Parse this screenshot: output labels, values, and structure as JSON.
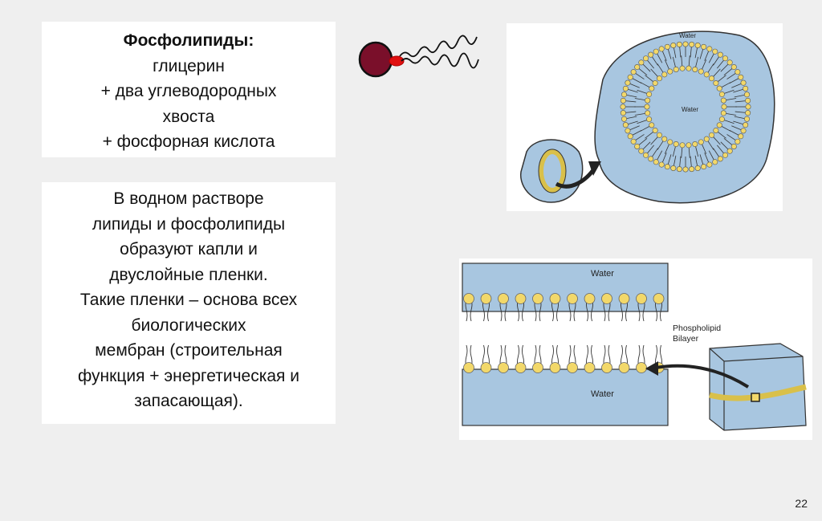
{
  "box1": {
    "title": "Фосфолипиды:",
    "lines": [
      "глицерин",
      "+ два углеводородных",
      "хвоста",
      "+ фосфорная кислота"
    ]
  },
  "box2": {
    "lines": [
      "В водном растворе",
      "липиды и фосфолипиды",
      "образуют капли и",
      "двуслойные пленки.",
      "Такие пленки – основа всех",
      "биологических",
      "мембран (строительная",
      "функция + энергетическая и",
      "запасающая)."
    ]
  },
  "micelle_figure": {
    "label_outer": "Water",
    "label_inner": "Water"
  },
  "bilayer_figure": {
    "label_top": "Water",
    "label_bottom": "Water",
    "label_bilayer_1": "Phospholipid",
    "label_bilayer_2": "Bilayer"
  },
  "page_number": "22",
  "colors": {
    "water": "#a8c6e0",
    "head": "#f2d86a",
    "molecule_head": "#7a0f2a",
    "molecule_link": "#e01010"
  }
}
